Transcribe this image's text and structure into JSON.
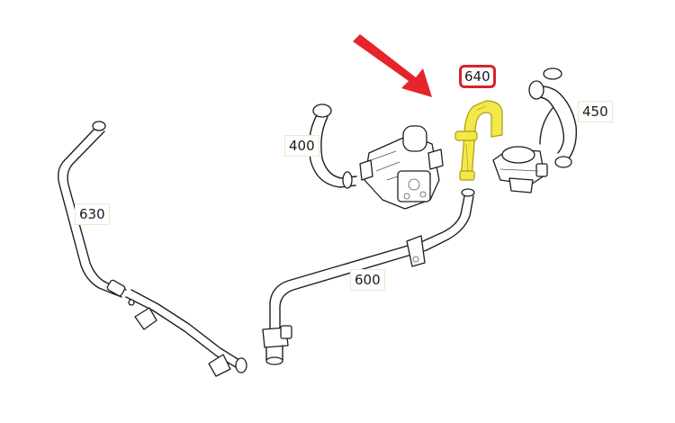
{
  "callouts": {
    "part_640": "640",
    "part_450": "450",
    "part_400": "400",
    "part_630": "630",
    "part_600": "600"
  },
  "highlight": {
    "part": "640",
    "hose_color": "#f3e84a",
    "frame_color": "#d8232a",
    "arrow_color": "#e5242b"
  }
}
